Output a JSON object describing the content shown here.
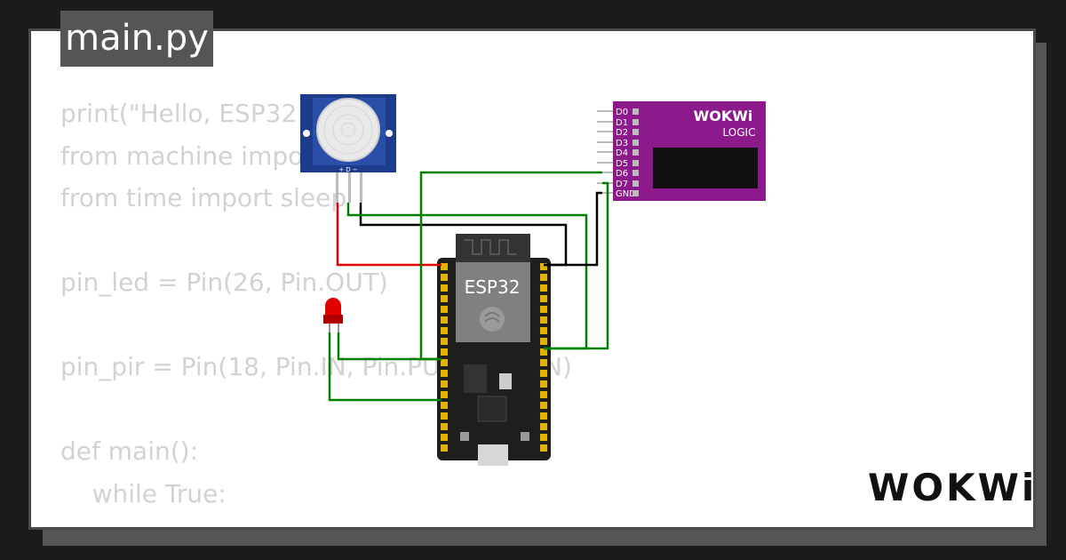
{
  "file_tab": {
    "label": "main.py"
  },
  "code_lines": [
    "print(\"Hello, ESP32!\")",
    "from machine import Pin",
    "from time import sleep",
    "",
    "pin_led = Pin(26, Pin.OUT)",
    "",
    "pin_pir = Pin(18, Pin.IN, Pin.PULL_DOWN)",
    "",
    "def main():",
    "    while True:"
  ],
  "esp32": {
    "label": "ESP32"
  },
  "pir": {
    "pins_label": "+ D −"
  },
  "logic_analyzer": {
    "brand": "WOKWi",
    "subtitle": "LOGIC",
    "pins": [
      "D0",
      "D1",
      "D2",
      "D3",
      "D4",
      "D5",
      "D6",
      "D7",
      "GND"
    ],
    "color": "#8d1a8d"
  },
  "brand": {
    "label": "WOKWi"
  }
}
